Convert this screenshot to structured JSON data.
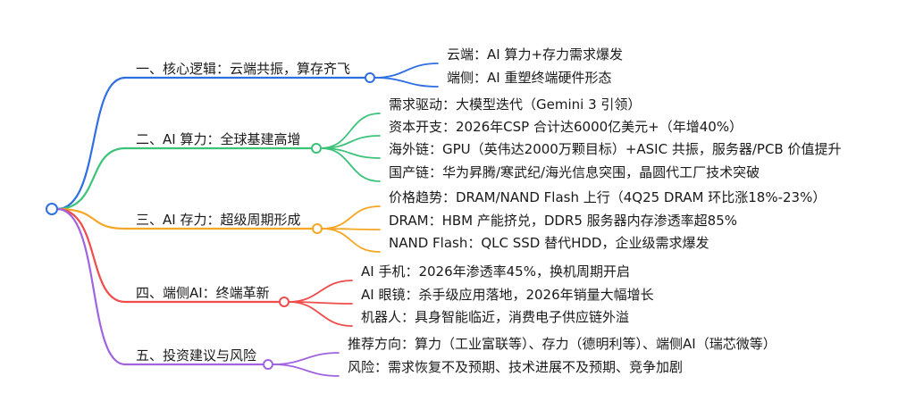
{
  "mindmap": {
    "root": {
      "label": "",
      "color": "#2f6fe4"
    },
    "branches": [
      {
        "label": "一、核心逻辑：云端共振，算存齐飞",
        "color": "#2f6fe4",
        "children": [
          "云端：AI 算力+存力需求爆发",
          "端侧：AI 重塑终端硬件形态"
        ]
      },
      {
        "label": "二、AI 算力：全球基建高增",
        "color": "#3cc37a",
        "children": [
          "需求驱动：大模型迭代（Gemini 3 引领）",
          "资本开支：2026年CSP 合计达6000亿美元+（年增40%）",
          "海外链：GPU（英伟达2000万颗目标）+ASIC 共振，服务器/PCB 价值提升",
          "国产链：华为昇腾/寒武纪/海光信息突围，晶圆代工厂技术突破"
        ]
      },
      {
        "label": "三、AI 存力：超级周期形成",
        "color": "#f5a623",
        "children": [
          "价格趋势：DRAM/NAND Flash 上行（4Q25 DRAM 环比涨18%-23%）",
          "DRAM：HBM 产能挤兑，DDR5 服务器内存渗透率超85%",
          "NAND Flash：QLC SSD 替代HDD，企业级需求爆发"
        ]
      },
      {
        "label": "四、端侧AI：终端革新",
        "color": "#f04c4c",
        "children": [
          "AI 手机：2026年渗透率45%，换机周期开启",
          "AI 眼镜：杀手级应用落地，2026年销量大幅增长",
          "机器人：具身智能临近，消费电子供应链外溢"
        ]
      },
      {
        "label": "五、投资建议与风险",
        "color": "#a064e0",
        "children": [
          "推荐方向：算力（工业富联等）、存力（德明利等）、端侧AI（瑞芯微等）",
          "风险：需求恢复不及预期、技术进展不及预期、竞争加剧"
        ]
      }
    ]
  }
}
